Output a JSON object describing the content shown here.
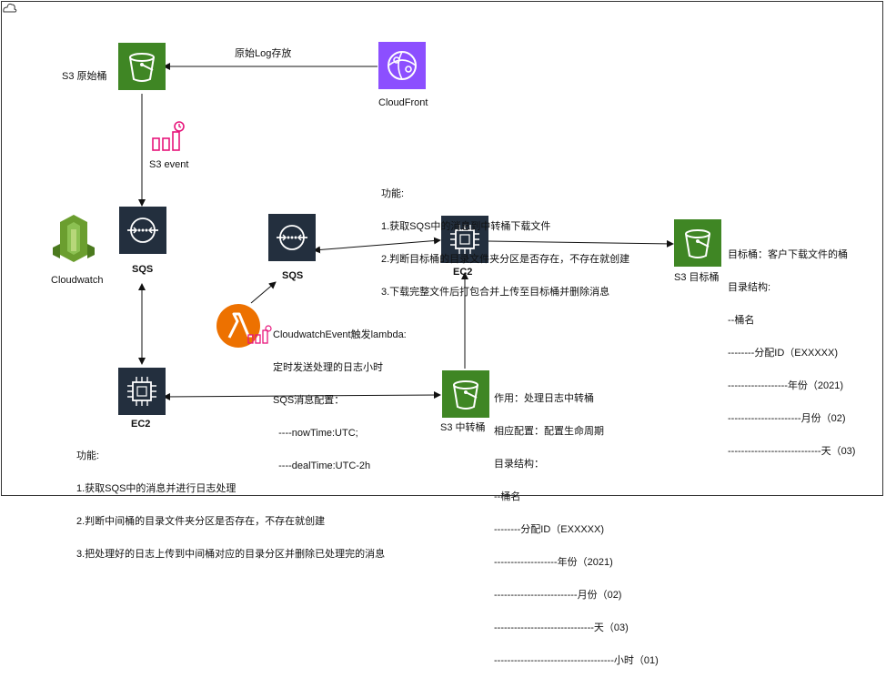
{
  "colors": {
    "s3_green": "#3f8624",
    "cloudfront_purple": "#8c4fff",
    "dark_service": "#232f3e",
    "lambda_orange": "#ed7100",
    "event_pink": "#e7157b",
    "cloudwatch_green": "#6b9e2f"
  },
  "corner_icon": "cloud-outline-icon",
  "nodes": {
    "s3_source": {
      "label": "S3 原始桶",
      "icon": "bucket-icon"
    },
    "cloudfront": {
      "label": "CloudFront",
      "icon": "cloudfront-icon"
    },
    "s3_event": {
      "label": "S3 event",
      "icon": "event-icon"
    },
    "cloudwatch": {
      "label": "Cloudwatch",
      "icon": "cloudwatch-icon"
    },
    "sqs_left": {
      "label": "SQS",
      "icon": "sqs-icon"
    },
    "sqs_mid": {
      "label": "SQS",
      "icon": "sqs-icon"
    },
    "ec2_top": {
      "label": "EC2",
      "icon": "chip-icon"
    },
    "ec2_bottom": {
      "label": "EC2",
      "icon": "chip-icon"
    },
    "s3_target": {
      "label": "S3 目标桶",
      "icon": "bucket-icon"
    },
    "s3_transfer": {
      "label": "S3 中转桶",
      "icon": "bucket-icon"
    },
    "lambda": {
      "label": "",
      "icon": "lambda-icon"
    }
  },
  "edges": {
    "raw_log": {
      "label": "原始Log存放"
    }
  },
  "notes": {
    "ec2_top": [
      "功能:",
      "1.获取SQS中的消息到中转桶下载文件",
      "2.判断目标桶的目录文件夹分区是否存在，不存在就创建",
      "3.下载完整文件后打包合并上传至目标桶并删除消息"
    ],
    "s3_target": [
      "目标桶：客户下载文件的桶",
      "目录结构:",
      "--桶名",
      "--------分配ID（EXXXXX)",
      "------------------年份（2021)",
      "----------------------月份（02)",
      "----------------------------天（03)"
    ],
    "lambda": [
      "CloudwatchEvent触发lambda:",
      "定时发送处理的日志小时",
      "SQS消息配置：",
      "  ----nowTime:UTC;",
      "  ----dealTime:UTC-2h"
    ],
    "s3_transfer": [
      "作用：处理日志中转桶",
      "相应配置：配置生命周期",
      "目录结构：",
      "--桶名",
      "--------分配ID（EXXXXX)",
      "-------------------年份（2021)",
      "-------------------------月份（02)",
      "------------------------------天（03)",
      "------------------------------------小时（01)"
    ],
    "ec2_bottom": [
      "功能:",
      "1.获取SQS中的消息并进行日志处理",
      "2.判断中间桶的目录文件夹分区是否存在，不存在就创建",
      "3.把处理好的日志上传到中间桶对应的目录分区并删除已处理完的消息"
    ]
  }
}
